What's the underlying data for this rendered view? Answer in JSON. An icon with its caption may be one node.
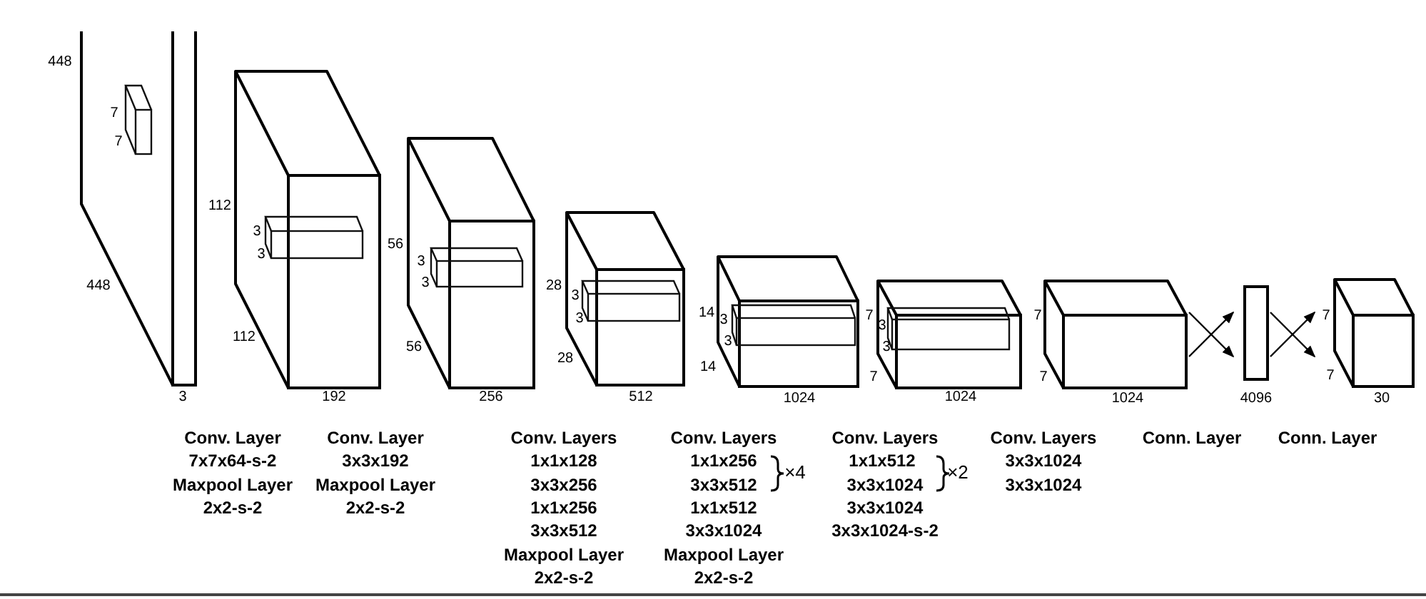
{
  "diagram": {
    "nodes": [
      {
        "text": [],
        "shape": "box",
        "beside": [
          "3"
        ]
      },
      {
        "text": [],
        "shape": "box",
        "beside": [
          "192"
        ]
      },
      {
        "text": [],
        "shape": "box",
        "beside": [
          "256"
        ]
      },
      {
        "text": [],
        "shape": "box",
        "beside": [
          "512"
        ]
      },
      {
        "text": [],
        "shape": "box",
        "beside": [
          "1024"
        ]
      },
      {
        "text": [],
        "shape": "box",
        "beside": [
          "1024"
        ]
      },
      {
        "text": [],
        "shape": "box",
        "beside": [
          "1024"
        ]
      },
      {
        "text": [],
        "shape": "bar",
        "beside": [
          "4096"
        ]
      },
      {
        "text": [],
        "shape": "box",
        "beside": [
          "30"
        ]
      }
    ],
    "edges": [
      {
        "from": 6,
        "to": 7,
        "arrow": "to"
      },
      {
        "from": 6,
        "to": 7,
        "arrow": "to"
      },
      {
        "from": 7,
        "to": 8,
        "arrow": "to"
      },
      {
        "from": 7,
        "to": 8,
        "arrow": "to"
      }
    ],
    "labels": [
      "448",
      "7",
      "7",
      "448",
      "112",
      "3",
      "3",
      "112",
      "56",
      "3",
      "3",
      "56",
      "28",
      "3",
      "3",
      "28",
      "14",
      "3",
      "3",
      "14",
      "7",
      "3",
      "3",
      "7",
      "7",
      "7",
      "7",
      "7",
      "Conv. Layer",
      "7x7x64-s-2",
      "Maxpool Layer",
      "2x2-s-2",
      "Conv. Layer",
      "3x3x192",
      "Maxpool Layer",
      "2x2-s-2",
      "Conv. Layers",
      "1x1x128",
      "3x3x256",
      "1x1x256",
      "3x3x512",
      "Maxpool Layer",
      "2x2-s-2",
      "Conv. Layers",
      "1x1x256",
      "3x3x512",
      "×4",
      "1x1x512",
      "3x3x1024",
      "Maxpool Layer",
      "2x2-s-2",
      "Conv. Layers",
      "1x1x512",
      "3x3x1024",
      "×2",
      "3x3x1024",
      "3x3x1024-s-2",
      "Conv. Layers",
      "3x3x1024",
      "3x3x1024",
      "Conn. Layer",
      "Conn. Layer"
    ]
  }
}
